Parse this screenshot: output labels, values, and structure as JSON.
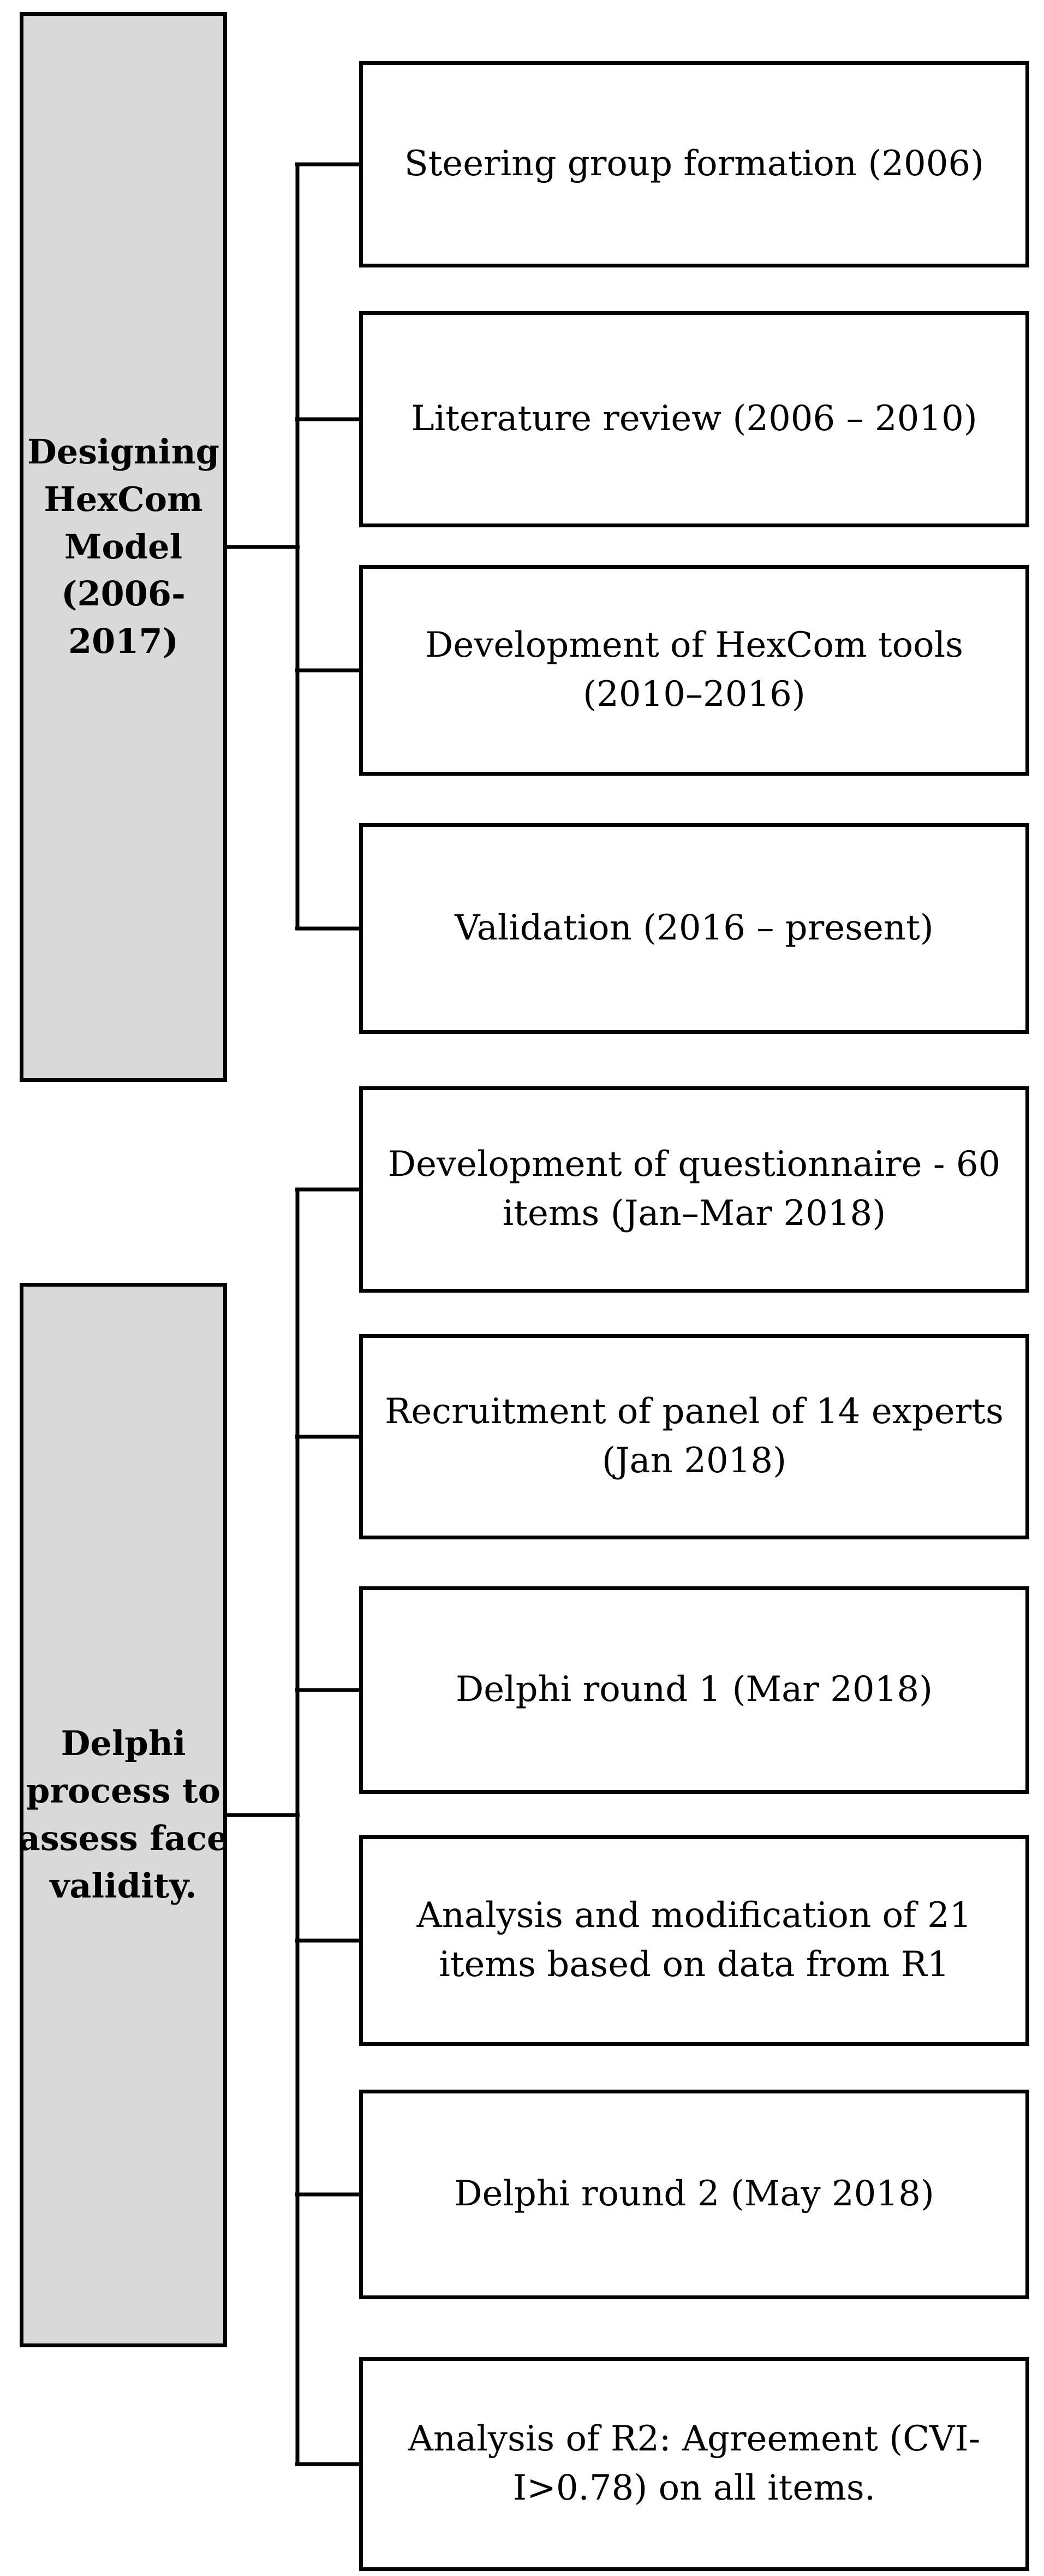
{
  "figure": {
    "type": "flowchart",
    "background": "#ffffff",
    "border_color": "#000000",
    "phase_fill": "#d9d9d9",
    "step_fill": "#ffffff",
    "text_color": "#000000"
  },
  "sections": [
    {
      "label": "Designing\nHexCom\nModel\n(2006-\n2017)",
      "steps": [
        "Steering group formation (2006)",
        "Literature review (2006 – 2010)",
        "Development of HexCom tools\n(2010–2016)",
        "Validation (2016 – present)"
      ]
    },
    {
      "label": "Delphi\nprocess to\nassess face\nvalidity.",
      "steps": [
        "Development of questionnaire - 60\nitems (Jan–Mar 2018)",
        "Recruitment of panel of 14 experts\n(Jan 2018)",
        "Delphi round 1 (Mar 2018)",
        "Analysis and modification of 21\nitems based on data from R1",
        "Delphi round 2 (May 2018)",
        "Analysis of R2: Agreement (CVI-\nI>0.78) on all items."
      ]
    }
  ]
}
